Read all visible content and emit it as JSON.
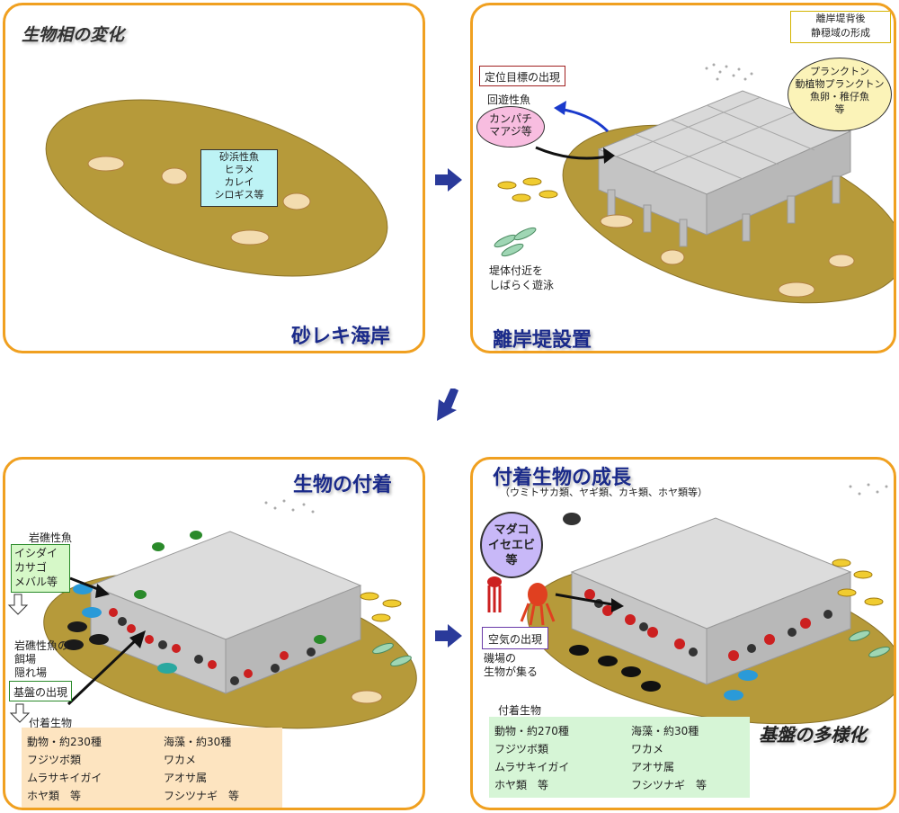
{
  "panel1": {
    "heading": "生物相の変化",
    "label_lines": [
      "砂浜性魚",
      "ヒラメ",
      "カレイ",
      "シロギス等"
    ],
    "title": "砂レキ海岸"
  },
  "panel2": {
    "calm_lines": [
      "離岸堤背後",
      "静穏域の形成"
    ],
    "plankton_lines": [
      "プランクトン",
      "動植物プランクトン",
      "魚卵・稚仔魚",
      "等"
    ],
    "target_label": "定位目標の出現",
    "migratory_label": "回遊性魚",
    "migratory_lines": [
      "カンパチ",
      "マアジ等"
    ],
    "swim_lines": [
      "堤体付近を",
      "しばらく遊泳"
    ],
    "title": "離岸堤設置"
  },
  "panel3": {
    "title": "生物の付着",
    "reef_label": "岩礁性魚",
    "reef_lines": [
      "イシダイ",
      "カサゴ",
      "メバル等"
    ],
    "feeding_lines": [
      "岩礁性魚の",
      "餌場",
      "隠れ場"
    ],
    "base_label": "基盤の出現",
    "attached_header": "付着生物",
    "attached_left": [
      "動物・約230種",
      "フジツボ類",
      "ムラサキイガイ",
      "ホヤ類　等"
    ],
    "attached_right": [
      "海藻・約30種",
      "ワカメ",
      "アオサ属",
      "フシツナギ　等"
    ]
  },
  "panel4": {
    "title": "付着生物の成長",
    "subtitle": "（ウミトサカ類、ヤギ類、カキ類、ホヤ類等）",
    "octo_lines": [
      "マダコ",
      "イセエビ",
      "等"
    ],
    "air_label": "空気の出現",
    "rocky_lines": [
      "磯場の",
      "生物が集る"
    ],
    "attached_header": "付着生物",
    "attached_left": [
      "動物・約270種",
      "フジツボ類",
      "ムラサキイガイ",
      "ホヤ類　等"
    ],
    "attached_right": [
      "海藻・約30種",
      "ワカメ",
      "アオサ属",
      "フシツナギ　等"
    ],
    "diversity_label": "基盤の多様化"
  },
  "colors": {
    "panel_border": "#f0a020",
    "seabed": "#b69a3a",
    "title_blue": "#1a2a8a",
    "peach_box": "#fde4c0",
    "green_box": "#d6f5d6"
  }
}
